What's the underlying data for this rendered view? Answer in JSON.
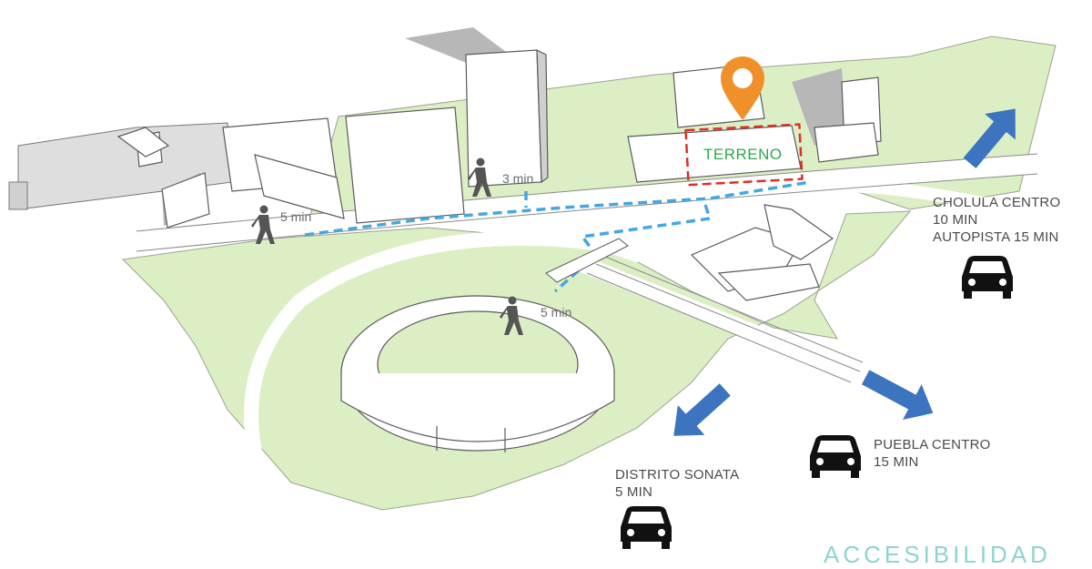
{
  "site": {
    "label": "TERRENO",
    "marker_color": "#f0902a",
    "border_color": "#d9302a",
    "label_color": "#2fa84f"
  },
  "walk_times": [
    {
      "id": "walk-left",
      "label": "5 min"
    },
    {
      "id": "walk-tower",
      "label": "3 min"
    },
    {
      "id": "walk-bridge",
      "label": "5 min"
    }
  ],
  "destinations": [
    {
      "id": "cholula",
      "lines": "CHOLULA CENTRO\n10 MIN\nAUTOPISTA 15 MIN",
      "icon": "car-icon"
    },
    {
      "id": "puebla",
      "lines": "PUEBLA CENTRO\n15 MIN",
      "icon": "car-icon"
    },
    {
      "id": "sonata",
      "lines": "DISTRITO SONATA\n5 MIN",
      "icon": "car-icon"
    }
  ],
  "colors": {
    "green_area": "#dcefc4",
    "arrow": "#3d74c0",
    "walk_path": "#46a7e0",
    "building": "#ffffff",
    "shadow": "#b9b9b9"
  },
  "title_partial": "ACCESIBILIDAD"
}
